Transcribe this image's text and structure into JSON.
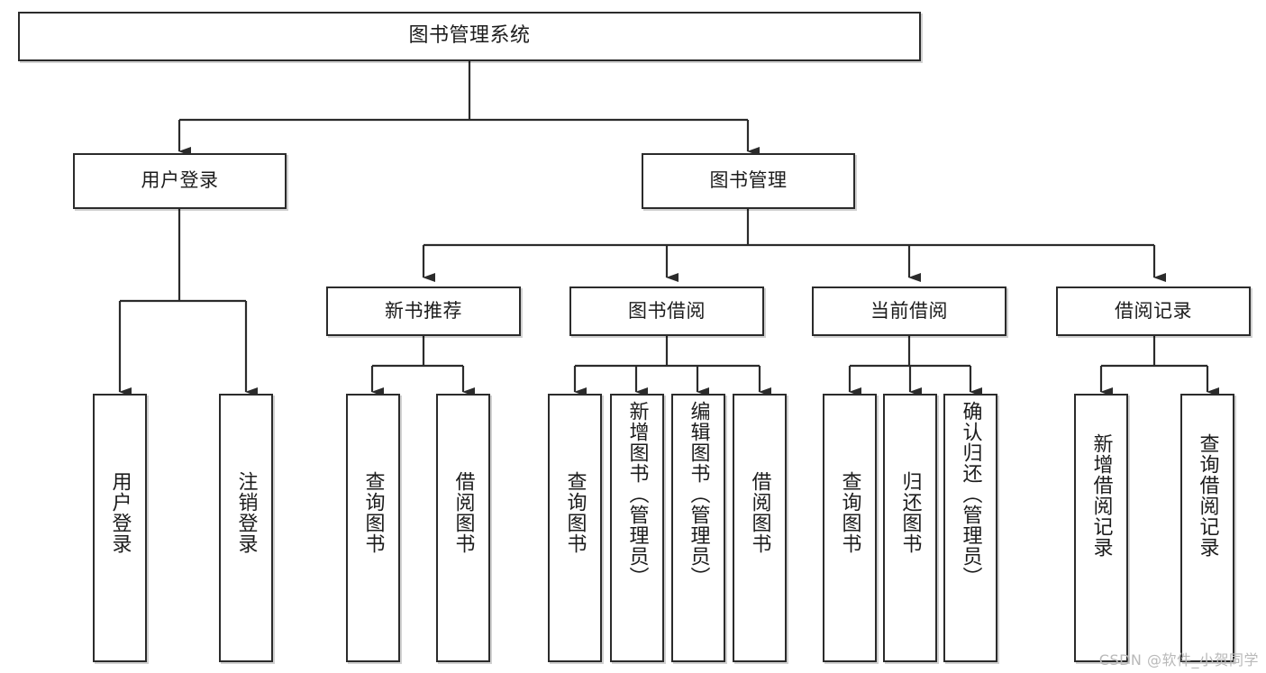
{
  "diagram": {
    "type": "tree",
    "title": "图书管理系统",
    "root": {
      "id": "root",
      "label": "图书管理系统",
      "orientation": "horizontal"
    },
    "level2": [
      {
        "id": "user-login",
        "label": "用户登录",
        "orientation": "horizontal"
      },
      {
        "id": "book-manage",
        "label": "图书管理",
        "orientation": "horizontal"
      }
    ],
    "level3": [
      {
        "id": "new-book-rec",
        "label": "新书推荐",
        "orientation": "horizontal",
        "parent": "book-manage"
      },
      {
        "id": "book-borrow",
        "label": "图书借阅",
        "orientation": "horizontal",
        "parent": "book-manage"
      },
      {
        "id": "current-borrow",
        "label": "当前借阅",
        "orientation": "horizontal",
        "parent": "book-manage"
      },
      {
        "id": "borrow-record",
        "label": "借阅记录",
        "orientation": "horizontal",
        "parent": "book-manage"
      }
    ],
    "leaves": [
      {
        "id": "leaf-user-login",
        "label": "用户登录",
        "parent": "user-login"
      },
      {
        "id": "leaf-user-logout",
        "label": "注销登录",
        "parent": "user-login"
      },
      {
        "id": "leaf-rec-query-book",
        "label": "查询图书",
        "parent": "new-book-rec"
      },
      {
        "id": "leaf-rec-borrow-book",
        "label": "借阅图书",
        "parent": "new-book-rec"
      },
      {
        "id": "leaf-borrow-query-book",
        "label": "查询图书",
        "parent": "book-borrow"
      },
      {
        "id": "leaf-borrow-add-book",
        "label": "新增图书（管理员）",
        "parent": "book-borrow"
      },
      {
        "id": "leaf-borrow-edit-book",
        "label": "编辑图书（管理员）",
        "parent": "book-borrow"
      },
      {
        "id": "leaf-borrow-borrow-book",
        "label": "借阅图书",
        "parent": "book-borrow"
      },
      {
        "id": "leaf-cur-query-book",
        "label": "查询图书",
        "parent": "current-borrow"
      },
      {
        "id": "leaf-cur-return-book",
        "label": "归还图书",
        "parent": "current-borrow"
      },
      {
        "id": "leaf-cur-confirm-return",
        "label": "确认归还（管理员）",
        "parent": "current-borrow"
      },
      {
        "id": "leaf-rec-add-record",
        "label": "新增借阅记录",
        "parent": "borrow-record"
      },
      {
        "id": "leaf-rec-query-record",
        "label": "查询借阅记录",
        "parent": "borrow-record"
      }
    ],
    "watermark": "CSDN @软件_小贺同学",
    "colors": {
      "stroke": "#2b2b2b",
      "background": "#ffffff",
      "text": "#1c1c1c",
      "watermark": "#b9b9b9"
    }
  }
}
